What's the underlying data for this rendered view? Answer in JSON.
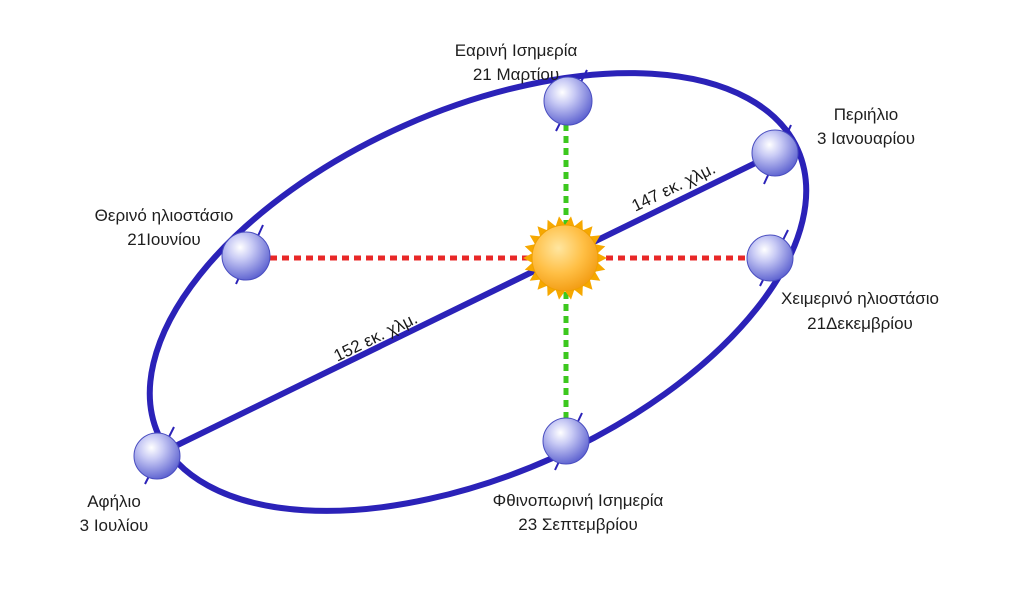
{
  "diagram": {
    "positions": {
      "vernal_equinox": {
        "name": "Εαρινή Ισημερία",
        "date": "21 Μαρτίου"
      },
      "perihelion": {
        "name": "Περιήλιο",
        "date": "3 Ιανουαρίου"
      },
      "summer_solstice": {
        "name": "Θερινό ηλιοστάσιο",
        "date": "21Ιουνίου"
      },
      "winter_solstice": {
        "name": "Χειμερινό ηλιοστάσιο",
        "date": "21Δεκεμβρίου"
      },
      "aphelion": {
        "name": "Αφήλιο",
        "date": "3 Ιουλίου"
      },
      "autumnal_equinox": {
        "name": "Φθινοπωρινή Ισημερία",
        "date": "23 Σεπτεμβρίου"
      }
    },
    "distances": {
      "perihelion": "147 εκ. χλμ.",
      "aphelion": "152 εκ. χλμ."
    },
    "colors": {
      "orbit": "#2b22b8",
      "solstice_line": "#e82828",
      "equinox_line": "#3cc81e",
      "sun_body": "#ffb52a",
      "sun_rays": "#f6a800",
      "earth": "#9a9ee8"
    },
    "icons": {
      "sun": "sun-icon",
      "earth": "earth-icon"
    }
  }
}
